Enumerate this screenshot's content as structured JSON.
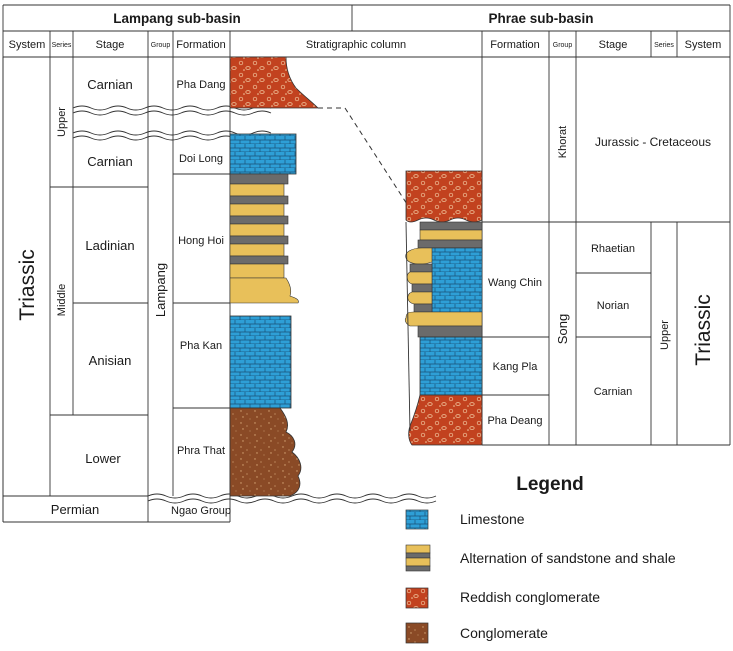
{
  "headers": {
    "lampang": "Lampang sub-basin",
    "phrae": "Phrae sub-basin"
  },
  "columns": {
    "system": "System",
    "series": "Series",
    "stage": "Stage",
    "group": "Group",
    "formation": "Formation",
    "strat": "Stratigraphic column"
  },
  "left": {
    "system_triassic": "Triassic",
    "series_upper": "Upper",
    "series_middle": "Middle",
    "stage_carnian_1": "Carnian",
    "stage_carnian_2": "Carnian",
    "stage_ladinian": "Ladinian",
    "stage_anisian": "Anisian",
    "stage_lower": "Lower",
    "permian": "Permian",
    "group_lampang": "Lampang",
    "group_ngao": "Ngao Group",
    "form_pha_dang": "Pha Dang",
    "form_doi_long": "Doi Long",
    "form_hong_hoi": "Hong Hoi",
    "form_pha_kan": "Pha Kan",
    "form_phra_that": "Phra That"
  },
  "right": {
    "form_wang_chin": "Wang Chin",
    "form_kang_pla": "Kang Pla",
    "form_pha_deang": "Pha Deang",
    "group_khorat": "Khorat",
    "group_song": "Song",
    "stage_jur_cret": "Jurassic - Cretaceous",
    "stage_rhaetian": "Rhaetian",
    "stage_norian": "Norian",
    "stage_carnian": "Carnian",
    "series_upper": "Upper",
    "system_triassic": "Triassic"
  },
  "legend": {
    "title": "Legend",
    "items": [
      {
        "label": "Limestone",
        "color": "#2e9fd6"
      },
      {
        "label": "Alternation of sandstone and shale",
        "color": "#e8c05a"
      },
      {
        "label": "Reddish conglomerate",
        "color": "#c2421f"
      },
      {
        "label": "Conglomerate",
        "color": "#8a4a26"
      }
    ]
  },
  "colors": {
    "limestone": "#2e9fd6",
    "sandstone": "#e8c05a",
    "shale": "#6b6b6b",
    "reddish_conglomerate": "#c2421f",
    "conglomerate": "#8a4a26"
  }
}
